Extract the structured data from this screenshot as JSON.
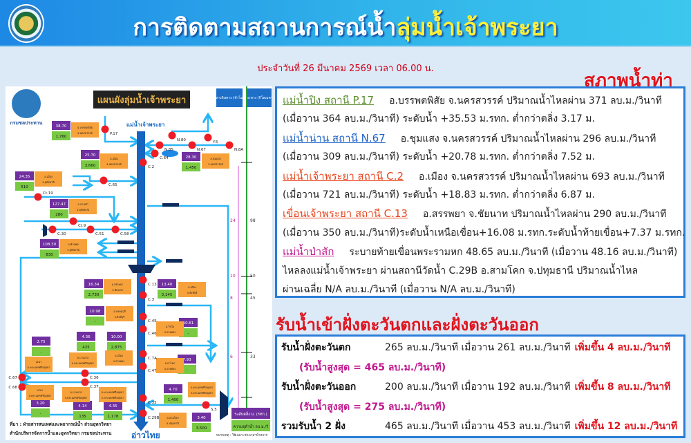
{
  "header": {
    "title_main": "การติดตามสถานการณ์น้ำ",
    "title_highlight": "ลุ่มน้ำเจ้าพระยา",
    "logo_text": "กรมชลประทาน"
  },
  "date": "ประจำวันที่ 26 มีนาคม 2569 เวลา 06.00 น.",
  "section1": {
    "title": "สภาพน้ำท่า",
    "lines": [
      {
        "station": "แม่น้ำปิง สถานี P.17",
        "text": "อ.บรรพตพิสัย จ.นครสวรรค์ ปริมาณน้ำไหลผ่าน 371 ลบ.ม./วินาที",
        "detail": "(เมื่อวาน 364 ลบ.ม./วินาที) ระดับน้ำ +35.53 ม.รทก. ต่ำกว่าตลิ่ง 3.17 ม."
      },
      {
        "station": "แม่น้ำน่าน สถานี N.67",
        "text": "อ.ชุมแสง จ.นครสวรรค์ ปริมาณน้ำไหลผ่าน 296 ลบ.ม./วินาที",
        "detail": "(เมื่อวาน 309 ลบ.ม./วินาที) ระดับน้ำ +20.78 ม.รทก. ต่ำกว่าตลิ่ง 7.52 ม."
      },
      {
        "station": "แม่น้ำเจ้าพระยา สถานี C.2",
        "text": "อ.เมือง จ.นครสวรรค์ ปริมาณน้ำไหลผ่าน 693 ลบ.ม./วินาที",
        "detail": "(เมื่อวาน 721 ลบ.ม./วินาที) ระดับน้ำ +18.83 ม.รทก. ต่ำกว่าตลิ่ง 6.87 ม."
      },
      {
        "station": "เขื่อนเจ้าพระยา สถานี C.13",
        "text": "อ.สรรพยา จ.ชัยนาท ปริมาณน้ำไหลผ่าน 290 ลบ.ม./วินาที",
        "detail": "(เมื่อวาน 350 ลบ.ม./วินาที)ระดับน้ำเหนือเขื่อน+16.08 ม.รทก.ระดับน้ำท้ายเขื่อน+7.37 ม.รทก."
      },
      {
        "station": "แม่น้ำป่าสัก",
        "text": "ระบายท้ายเขื่อนพระรามหก 48.65 ลบ.ม./วินาที (เมื่อวาน 48.16  ลบ.ม./วินาที)",
        "detail": "ไหลลงแม่น้ำเจ้าพระยา ผ่านสถานีวัดน้ำ C.29B อ.สามโคก จ.ปทุมธานี ปริมาณน้ำไหล",
        "detail2": "ผ่านเฉลี่ย N/A ลบ.ม./วินาที (เมื่อวาน N/A ลบ.ม./วินาที)"
      }
    ]
  },
  "section2": {
    "title": "รับน้ำเข้าฝั่งตะวันตกและฝั่งตะวันออก",
    "rows": [
      {
        "label": "รับน้ำฝั่งตะวันตก",
        "value": "265 ลบ.ม./วินาที เมื่อวาน 261 ลบ.ม./วินาที",
        "change": "เพิ่มขึ้น 4 ลบ.ม./วินาที",
        "max": "(รับน้ำสูงสุด = 465 ลบ.ม./วินาที)"
      },
      {
        "label": "รับน้ำฝั่งตะวันออก",
        "value": "200 ลบ.ม./วินาที เมื่อวาน 192 ลบ.ม./วินาที",
        "change": "เพิ่มขึ้น 8 ลบ.ม./วินาที",
        "max": "(รับน้ำสูงสุด = 275 ลบ.ม./วินาที)"
      },
      {
        "label": "รวมรับน้ำ 2 ฝั่ง",
        "value": "465 ลบ.ม./วินาที เมื่อวาน 453 ลบ.ม./วินาที",
        "change": "เพิ่มขึ้น 12 ลบ.ม./วินาที"
      }
    ]
  },
  "map": {
    "title": "แผนผังลุ่มน้ำเจ้าพระยา",
    "logo_text": "กรมชลประทาน",
    "river_label": "แม่น้ำเจ้าพระยา",
    "sea_label": "อ่าวไทย",
    "legend_time": "เวลาเดินทาง (ชั่วโมง)",
    "legend_distance": "ระยะทาง (กิโลเมตร)",
    "legend_level": "ระดับตลิ่ง ม. (รทก.)",
    "legend_capacity": "ความจุลำน้ำ ลบ.ม./วิ",
    "note": "หมายเหตุ : ใช้เฉพาะช่วงเวลาน้ำหลาก",
    "source": [
      "ที่มา : ฝ่ายสารสนเทศและพยากรณ์น้ำ ส่วนอุทกวิทยา",
      "สำนักบริหารจัดการน้ำและอุทกวิทยา กรมชลประทาน"
    ],
    "scale_times": [
      "24",
      "10",
      "8",
      "6"
    ],
    "scale_distances": [
      "98",
      "50",
      "45",
      "33"
    ],
    "colors": {
      "river": "#1565c0",
      "tributary": "#29b6f6",
      "station": "#ee1c25",
      "level": "#7030a0",
      "capacity": "#7ac943",
      "place": "#f7a13a"
    },
    "stations": [
      "P.17",
      "N.80",
      "N.85",
      "N.67",
      "Y.5",
      "N.8A",
      "C.64",
      "C.2",
      "C.65",
      "Ct.19",
      "Ct.9",
      "C.30",
      "C.51",
      "C.58",
      "C.13",
      "C.3",
      "C.45",
      "C.46",
      "C.7A",
      "C.47",
      "C.36",
      "C.37",
      "C.67",
      "C.68",
      "C.35",
      "C.29B",
      "S.5"
    ],
    "boxes": [
      {
        "level": "38.70",
        "capacity": "1,760",
        "place": [
          "อ.บรรพตพิสัย",
          "จ.นครสวรรค์"
        ]
      },
      {
        "level": "25.70",
        "capacity": "3,660",
        "place": [
          "อ.เมือง",
          "จ.นครสวรรค์"
        ]
      },
      {
        "level": "28.30",
        "capacity": "1,450",
        "place": [
          "อ.ชุมแสง",
          "จ.นครสวรรค์"
        ]
      },
      {
        "level": "24.35",
        "capacity": "510",
        "place": [
          "อ.เมือง",
          "จ.อุทัยธานี"
        ]
      },
      {
        "level": "127.47",
        "capacity": "280",
        "place": [
          "อ.ลานสัก",
          "จ.อุทัยธานี"
        ]
      },
      {
        "level": "108.30",
        "capacity": "830",
        "place": [
          "อ.ห้วยคต",
          "จ.อุทัยธานี"
        ]
      },
      {
        "level": "16.34",
        "capacity": "2,730",
        "place": [
          "อ.สรรพยา",
          "จ.ชัยนาท"
        ]
      },
      {
        "level": "13.40",
        "capacity": "3,145",
        "place": [
          "อ.เมือง",
          "จ.สิงห์บุรี"
        ]
      },
      {
        "level": "10.98",
        "capacity": "-",
        "place": [
          "อ.พรหมบุรี",
          "จ.สิงห์บุรี"
        ]
      },
      {
        "level": "10.61",
        "capacity": "-",
        "place": [
          "อ.ไชโย",
          "จ.อ่างทอง"
        ]
      },
      {
        "level": "4.36",
        "capacity": "425",
        "place": [
          "อ.บางบาล",
          "จ.พระนครศรีอยุธยา"
        ]
      },
      {
        "level": "10.00",
        "capacity": "2,875",
        "place": [
          "อ.เมือง",
          "จ.อ่างทอง"
        ]
      },
      {
        "level": "2.75",
        "capacity": "-",
        "place": [
          "เสนา",
          "จ.พระนครศรีอยุธยา"
        ]
      },
      {
        "level": "7.93",
        "capacity": "-",
        "place": [
          "อ.ป่าโมก",
          "จ.อ่างทอง"
        ]
      },
      {
        "level": "3.20",
        "capacity": "-",
        "place": [
          "เสนา",
          "จ.พระนครศรีอยุธยา"
        ]
      },
      {
        "level": "4.14",
        "capacity": "135",
        "place": [
          "อ.บางบาล",
          "จ.พระนครศรีอยุธยา"
        ]
      },
      {
        "level": "4.35",
        "capacity": "1,178",
        "place": [
          "อ.พระนครศรีอยุธยา",
          "จ.พระนครศรีอยุธยา"
        ]
      },
      {
        "level": "4.70",
        "capacity": "1,400",
        "place": [
          "อ.พระนครศรีอยุธยา",
          "จ.พระนครศรีอยุธยา"
        ]
      },
      {
        "level": "3.40",
        "capacity": "3,500",
        "place": [
          "อ.สามโคก",
          "จ.ปทุมธานี"
        ]
      }
    ]
  }
}
